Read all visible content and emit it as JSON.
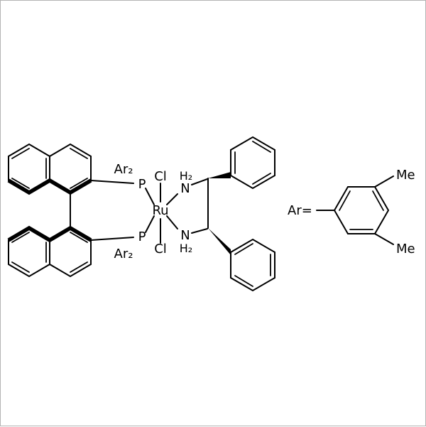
{
  "figure": {
    "type": "chemical-structure-drawing",
    "labels": {
      "ar2_top": "Ar₂",
      "p_top": "P",
      "ar2_bottom": "Ar₂",
      "p_bottom": "P",
      "ru": "Ru",
      "cl_top": "Cl",
      "cl_bottom": "Cl",
      "h2_top": "H₂",
      "n_top": "N",
      "n_bottom": "N",
      "h2_bottom": "H₂",
      "ar_equals": "Ar=",
      "me_top": "Me",
      "me_bottom": "Me"
    },
    "colors": {
      "bond": "#000000",
      "background": "#ffffff",
      "frame_border": "#b4b4b4"
    }
  }
}
